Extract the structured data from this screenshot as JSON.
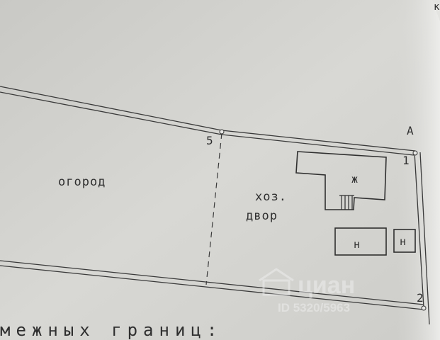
{
  "plan": {
    "point_labels": {
      "a": "А",
      "p1": "1",
      "p2": "2",
      "p5": "5"
    },
    "areas": {
      "garden": "огород",
      "yard_line1": "хоз.",
      "yard_line2": "двор"
    },
    "buildings": {
      "house": "ж",
      "outbuilding_left": "н",
      "outbuilding_right": "н"
    },
    "footer": "межных  границ:",
    "corner_text": "к"
  },
  "watermark": {
    "brand": "циан",
    "id_text": "ID 5320/5963"
  },
  "colors": {
    "paper": "#d6d6d2",
    "ink": "#2f2f2f"
  }
}
